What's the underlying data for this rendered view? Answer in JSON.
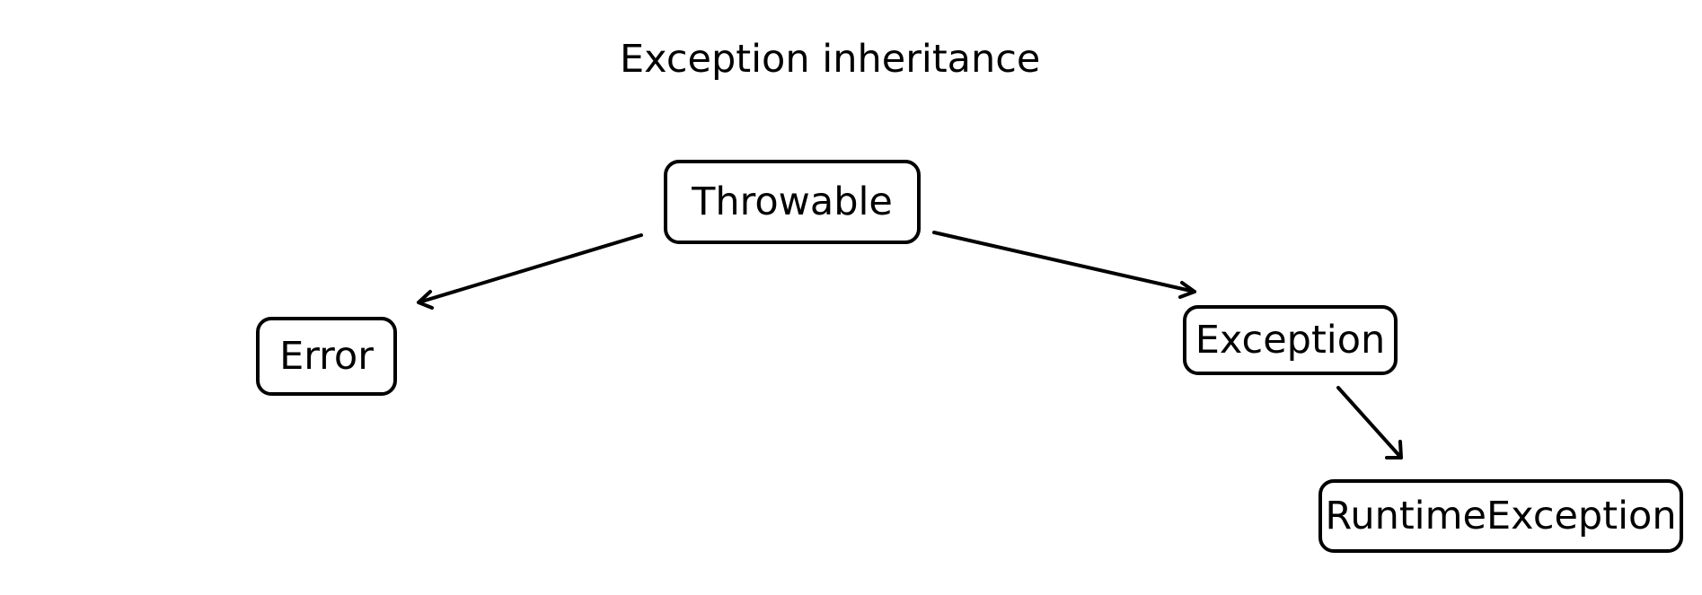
{
  "diagram": {
    "title": "Exception inheritance",
    "nodes": {
      "throwable": "Throwable",
      "error": "Error",
      "exception": "Exception",
      "runtime_exception": "RuntimeException"
    },
    "edges": [
      {
        "from": "Throwable",
        "to": "Error"
      },
      {
        "from": "Throwable",
        "to": "Exception"
      },
      {
        "from": "Exception",
        "to": "RuntimeException"
      }
    ],
    "colors": {
      "line": "#000000",
      "background": "#ffffff"
    }
  }
}
